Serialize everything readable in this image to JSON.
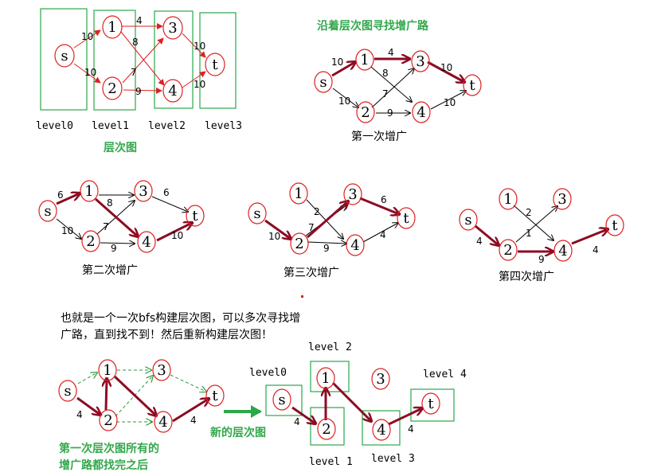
{
  "p1": {
    "nodes": {
      "s": "s",
      "n1": "1",
      "n2": "2",
      "n3": "3",
      "n4": "4",
      "t": "t"
    },
    "w": {
      "s1": "10",
      "s2": "10",
      "e13": "4",
      "e14": "8",
      "e23": "7",
      "e24": "9",
      "e3t": "10",
      "e4t": "10"
    },
    "levels": [
      "level0",
      "level1",
      "level2",
      "level3"
    ],
    "caption": "层次图"
  },
  "aug1": {
    "heading": "沿着层次图寻找增广路",
    "nodes": {
      "s": "s",
      "n1": "1",
      "n2": "2",
      "n3": "3",
      "n4": "4",
      "t": "t"
    },
    "w": {
      "s1": "10",
      "s2": "10",
      "e13": "4",
      "e14": "8",
      "e23": "7",
      "e24": "9",
      "e3t": "10",
      "e4t": "10"
    },
    "caption": "第一次增广"
  },
  "aug2": {
    "nodes": {
      "s": "s",
      "n1": "1",
      "n2": "2",
      "n3": "3",
      "n4": "4",
      "t": "t"
    },
    "w": {
      "s1": "6",
      "s2": "10",
      "e14": "8",
      "e23": "7",
      "e24": "9",
      "e3t": "6",
      "e4t": "10"
    },
    "caption": "第二次增广"
  },
  "aug3": {
    "nodes": {
      "s": "s",
      "n1": "1",
      "n2": "2",
      "n3": "3",
      "n4": "4",
      "t": "t"
    },
    "w": {
      "s2": "10",
      "e14": "2",
      "e23": "7",
      "e24": "9",
      "e3t": "6",
      "e4t": "4"
    },
    "caption": "第三次增广"
  },
  "aug4": {
    "nodes": {
      "s": "s",
      "n1": "1",
      "n2": "2",
      "n3": "3",
      "n4": "4",
      "t": "t"
    },
    "w": {
      "s2": "4",
      "e14": "2",
      "e23": "1",
      "e24": "9",
      "e4t": "4"
    },
    "caption": "第四次增广"
  },
  "note": {
    "line1": "也就是一个一次bfs构建层次图，可以多次寻找增",
    "line2": "广路，直到找不到！然后重新构建层次图！"
  },
  "residual": {
    "nodes": {
      "s": "s",
      "n1": "1",
      "n2": "2",
      "n3": "3",
      "n4": "4",
      "t": "t"
    },
    "w": {
      "s2": "4",
      "e4t": "4"
    },
    "caption1": "第一次层次图所有的",
    "caption2": "增广路都找完之后"
  },
  "newgraph": {
    "caption": "新的层次图",
    "nodes": {
      "s": "s",
      "n1": "1",
      "n2": "2",
      "n3": "3",
      "n4": "4",
      "t": "t"
    },
    "w": {
      "s2": "4",
      "e4t": "4"
    },
    "levels": {
      "l0": "level0",
      "l1": "level 1",
      "l2": "level 2",
      "l3": "level 3",
      "l4": "level 4"
    }
  }
}
